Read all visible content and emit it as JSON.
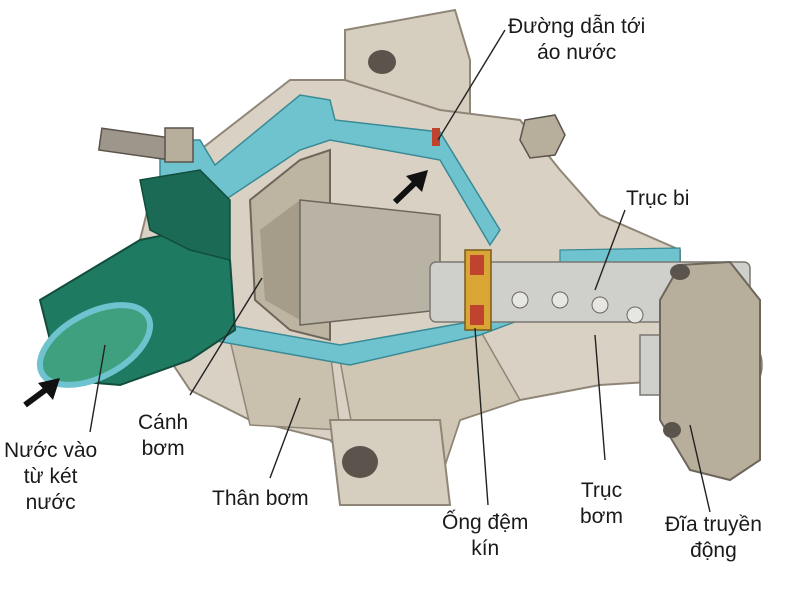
{
  "labels": {
    "water_channel": [
      "Đường dẫn tới",
      "áo nước"
    ],
    "bearing": [
      "Trục bi"
    ],
    "impeller": [
      "Cánh",
      "bơm"
    ],
    "water_inlet": [
      "Nước vào",
      "từ két",
      "nước"
    ],
    "pump_body": [
      "Thân bơm"
    ],
    "seal": [
      "Ống đệm",
      "kín"
    ],
    "shaft": [
      "Trục",
      "bơm"
    ],
    "pulley": [
      "Đĩa truyền",
      "động"
    ]
  },
  "colors": {
    "metal": "#d9d2c4",
    "metal_dark": "#b8ae9c",
    "metal_shadow": "#8f8677",
    "water_jacket": "#6fc3cf",
    "inlet_green": "#1f7a62",
    "inlet_green_light": "#3fa07f",
    "shaft": "#cfd0cc",
    "seal_accent": "#d9a636",
    "seal_red": "#c0432f",
    "arrow": "#111111",
    "leader": "#222222"
  }
}
